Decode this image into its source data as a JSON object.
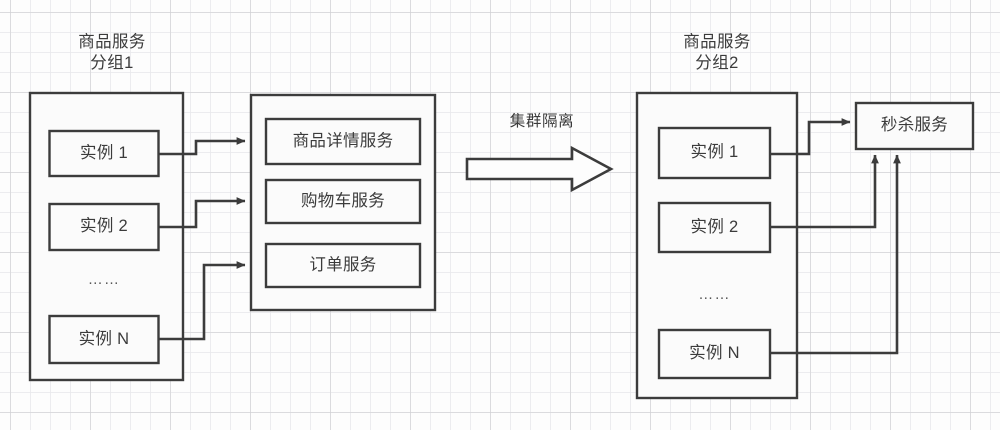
{
  "diagram": {
    "title_left": "商品服务\n分组1",
    "title_right": "商品服务\n分组2",
    "transition_label": "集群隔离",
    "ellipsis": "……",
    "colors": {
      "stroke": "#3c3c3c",
      "box_fill": "#fbfbfb",
      "text": "#3b3b3b",
      "grid_minor": "#e9e9ec",
      "grid_major": "#cdcdd0",
      "background": "#fdfdfd"
    },
    "left_group": {
      "title": "商品服务\n分组1",
      "instances": [
        {
          "label": "实例 1"
        },
        {
          "label": "实例 2"
        },
        {
          "label": "实例 N"
        }
      ],
      "ellipsis": "……"
    },
    "services_group": {
      "services": [
        {
          "label": "商品详情服务"
        },
        {
          "label": "购物车服务"
        },
        {
          "label": "订单服务"
        }
      ]
    },
    "right_group": {
      "title": "商品服务\n分组2",
      "instances": [
        {
          "label": "实例 1"
        },
        {
          "label": "实例 2"
        },
        {
          "label": "实例 N"
        }
      ],
      "ellipsis": "……"
    },
    "seckill_service": {
      "label": "秒杀服务"
    }
  }
}
